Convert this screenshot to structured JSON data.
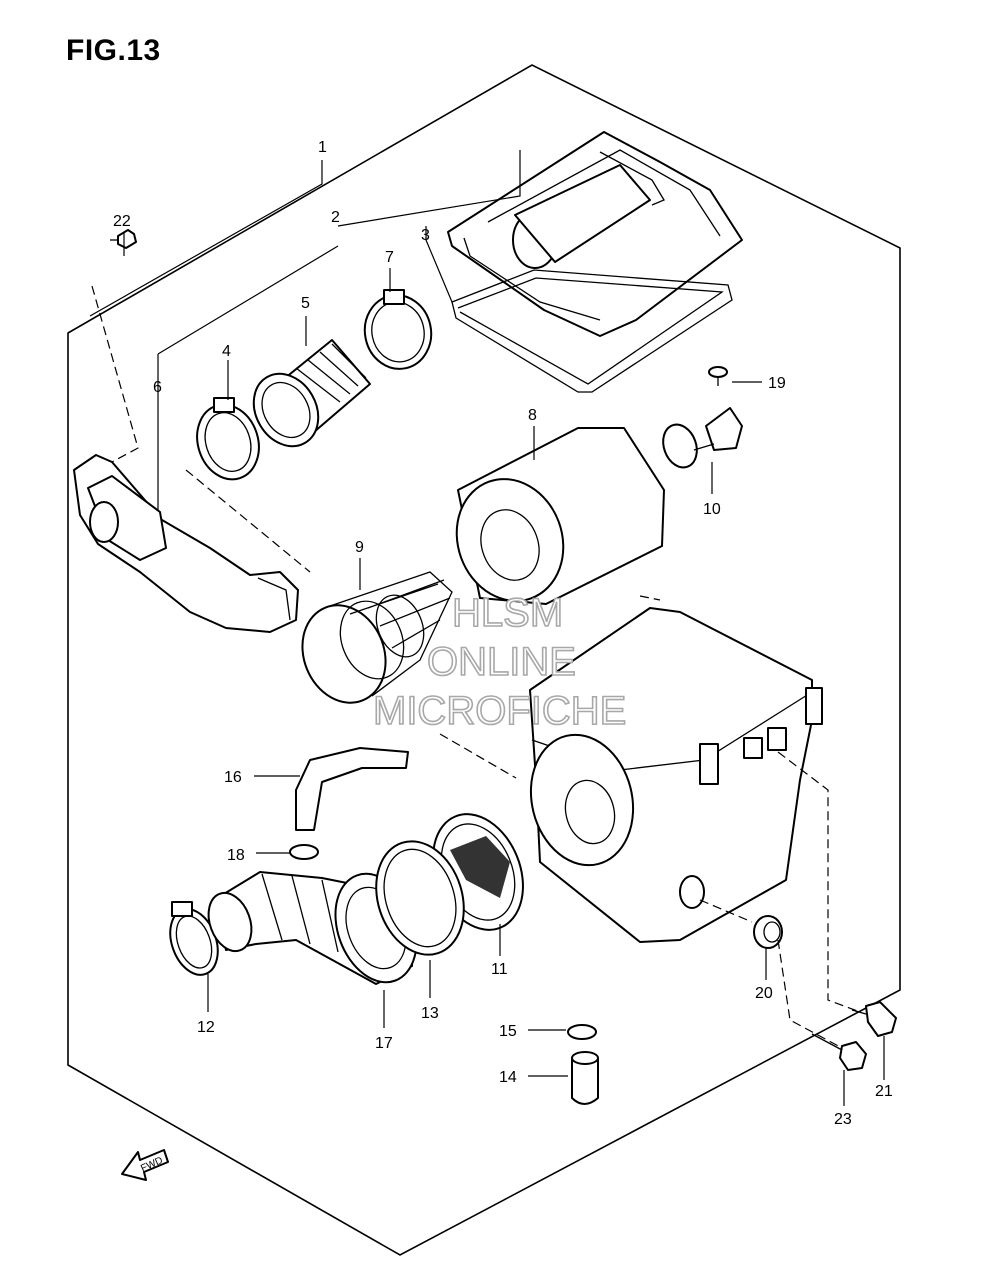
{
  "figure": {
    "title": "FIG.13"
  },
  "callouts": [
    "1",
    "2",
    "3",
    "4",
    "5",
    "6",
    "7",
    "8",
    "9",
    "10",
    "11",
    "12",
    "13",
    "14",
    "15",
    "16",
    "17",
    "18",
    "19",
    "20",
    "21",
    "22",
    "23"
  ],
  "watermark": {
    "line1": "HLSM",
    "line2": "ONLINE",
    "line3": "MICROFICHE"
  },
  "direction_marker": {
    "text": "FWD",
    "icon": "arrow-left-icon"
  }
}
